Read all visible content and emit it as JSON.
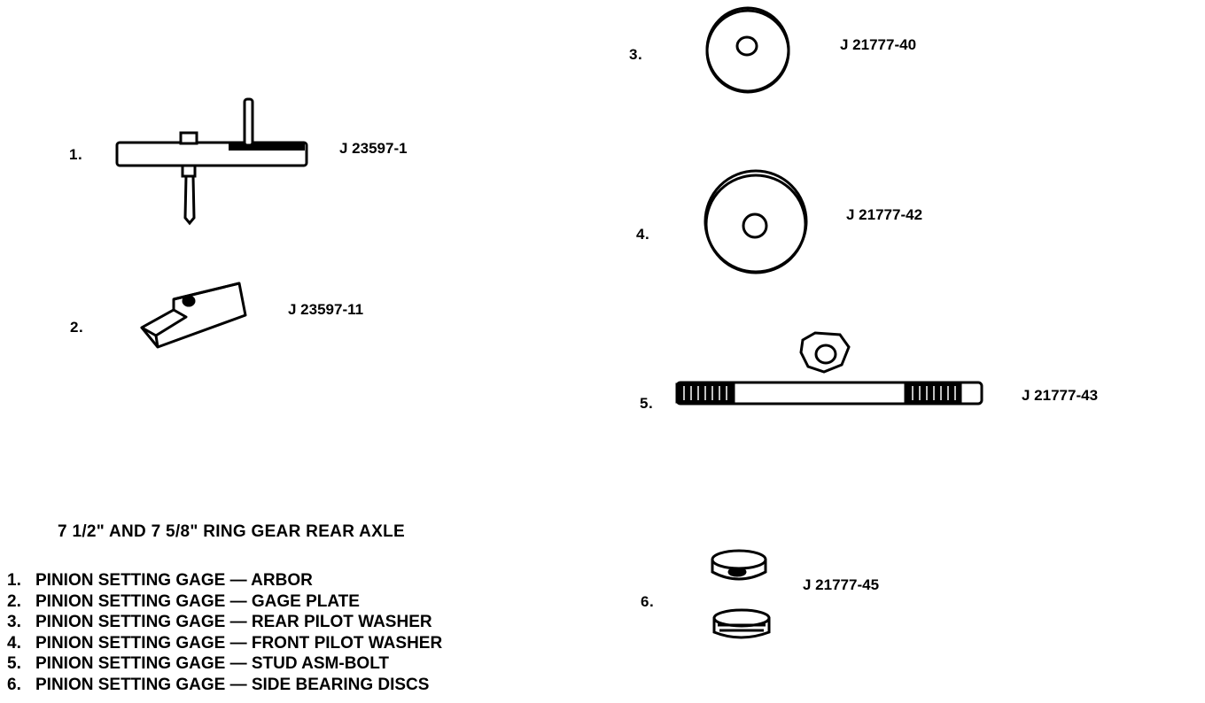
{
  "tools": [
    {
      "num": "1.",
      "part": "J 23597-1"
    },
    {
      "num": "2.",
      "part": "J 23597-11"
    },
    {
      "num": "3.",
      "part": "J 21777-40"
    },
    {
      "num": "4.",
      "part": "J 21777-42"
    },
    {
      "num": "5.",
      "part": "J 21777-43"
    },
    {
      "num": "6.",
      "part": "J 21777-45"
    }
  ],
  "caption": {
    "title": "7 1/2\" AND 7 5/8\" RING GEAR REAR AXLE",
    "items": [
      {
        "num": "1.",
        "text": "PINION SETTING GAGE — ARBOR"
      },
      {
        "num": "2.",
        "text": "PINION SETTING GAGE — GAGE PLATE"
      },
      {
        "num": "3.",
        "text": "PINION SETTING GAGE — REAR PILOT WASHER"
      },
      {
        "num": "4.",
        "text": "PINION SETTING GAGE — FRONT PILOT WASHER"
      },
      {
        "num": "5.",
        "text": "PINION SETTING GAGE — STUD ASM-BOLT"
      },
      {
        "num": "6.",
        "text": "PINION SETTING GAGE — SIDE BEARING DISCS"
      }
    ]
  }
}
